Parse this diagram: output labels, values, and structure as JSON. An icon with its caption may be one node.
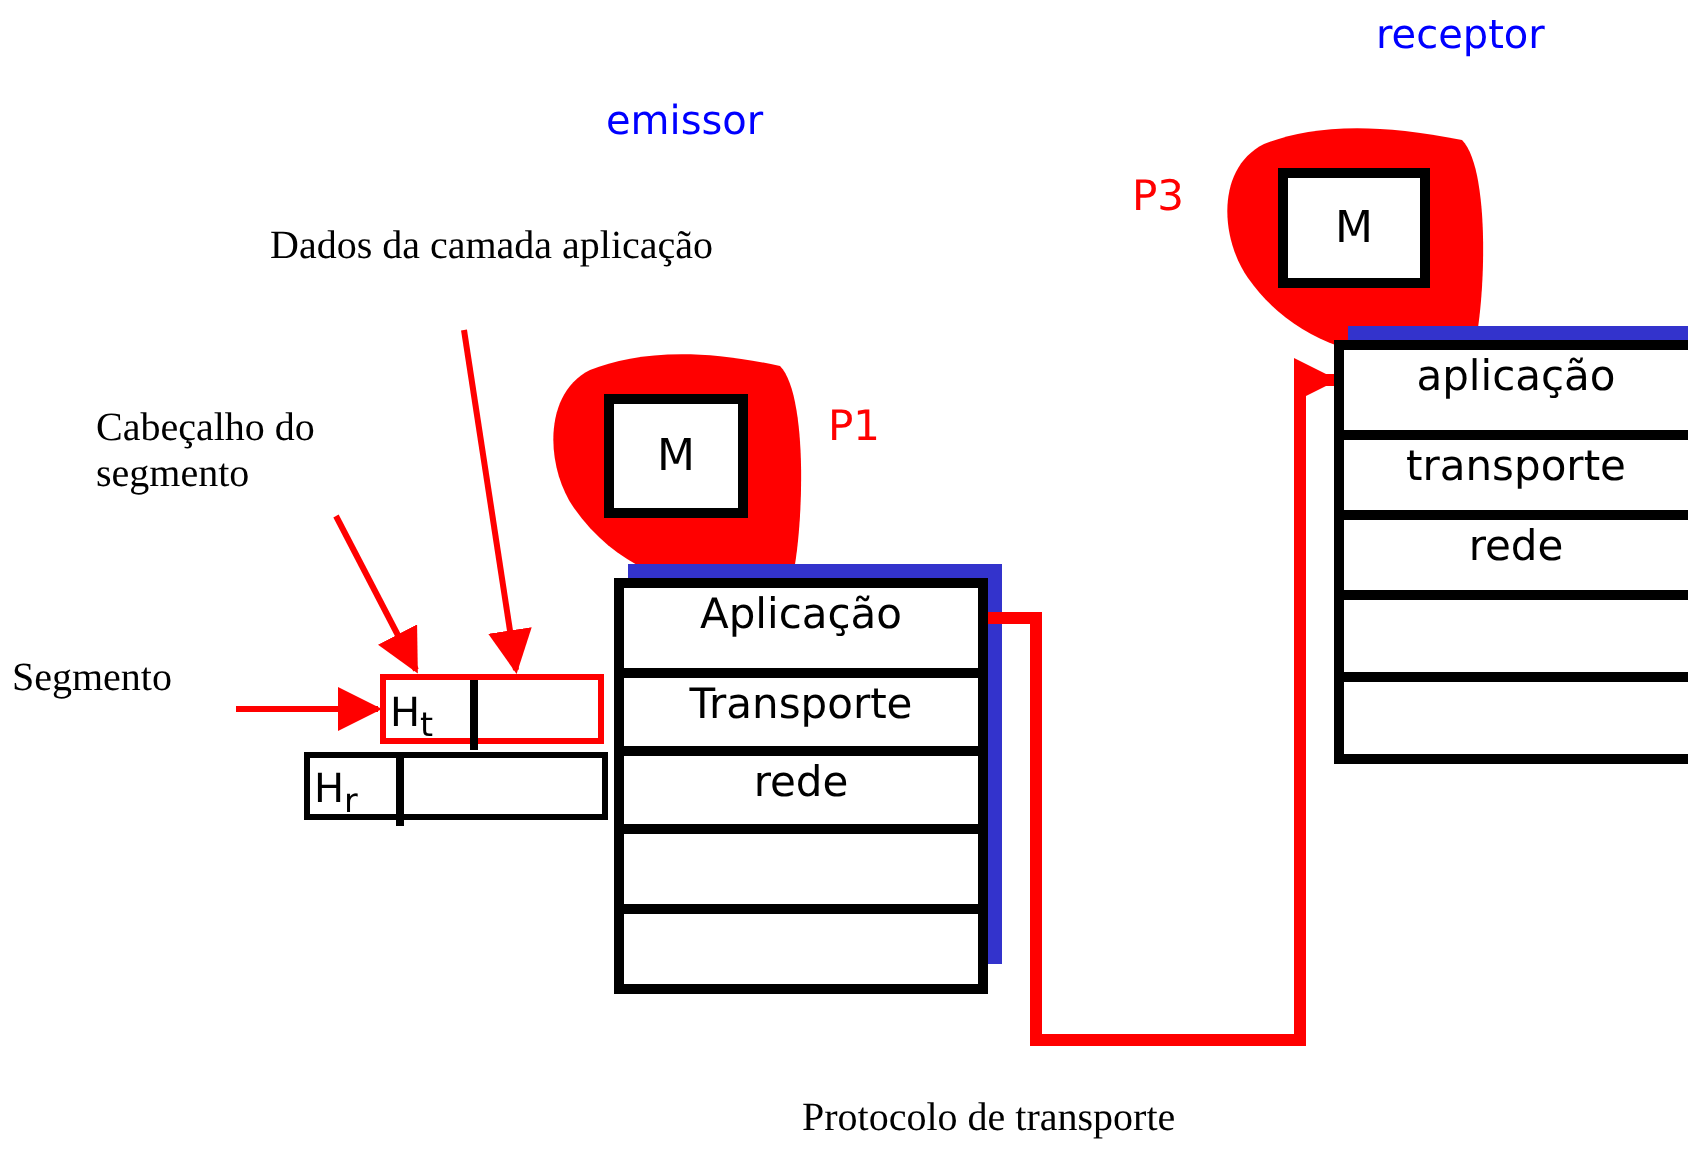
{
  "diagram": {
    "nodes": [
      {
        "text": [
          "Dados da camada aplicação"
        ]
      },
      {
        "text": [
          "Cabeçalho do segmento"
        ]
      },
      {
        "text": [
          "Segmento"
        ]
      },
      {
        "text": [],
        "shape": "box"
      },
      {
        "text": [
          "H$_{t}$"
        ],
        "in": 3
      },
      {
        "text": [],
        "shape": "box",
        "in": 3
      },
      {
        "text": [],
        "shape": "box"
      },
      {
        "text": [
          "H$_{r}$"
        ],
        "in": 6
      },
      {
        "text": [],
        "shape": "box",
        "in": 6
      },
      {
        "text": [
          "M"
        ],
        "beside": [
          "P1"
        ]
      },
      {
        "text": [],
        "shape": "box"
      },
      {
        "text": [
          "Aplicação"
        ],
        "in": 10
      },
      {
        "text": [
          "Transporte"
        ],
        "in": 10
      },
      {
        "text": [
          "rede"
        ],
        "in": 10
      },
      {
        "text": [],
        "shape": "box",
        "in": 10
      },
      {
        "text": [],
        "shape": "box",
        "in": 10
      },
      {
        "text": [
          "M"
        ],
        "beside": [
          "P3"
        ]
      },
      {
        "text": [],
        "shape": "box"
      },
      {
        "text": [
          "aplicação"
        ],
        "in": 17
      },
      {
        "text": [
          "transporte"
        ],
        "in": 17
      },
      {
        "text": [
          "rede"
        ],
        "in": 17
      },
      {
        "text": [],
        "shape": "box",
        "in": 17
      },
      {
        "text": [],
        "shape": "box",
        "in": 17
      }
    ],
    "edges": [
      {
        "from": 0,
        "to": 5,
        "arrow": "to"
      },
      {
        "from": 1,
        "to": 4,
        "arrow": "to"
      },
      {
        "from": 2,
        "to": 3,
        "arrow": "to"
      },
      {
        "from": 11,
        "to": 18,
        "arrow": "to",
        "label": "Protocolo de transporte",
        "style": "thick"
      }
    ],
    "labels": [
      "emissor",
      "receptor"
    ]
  }
}
